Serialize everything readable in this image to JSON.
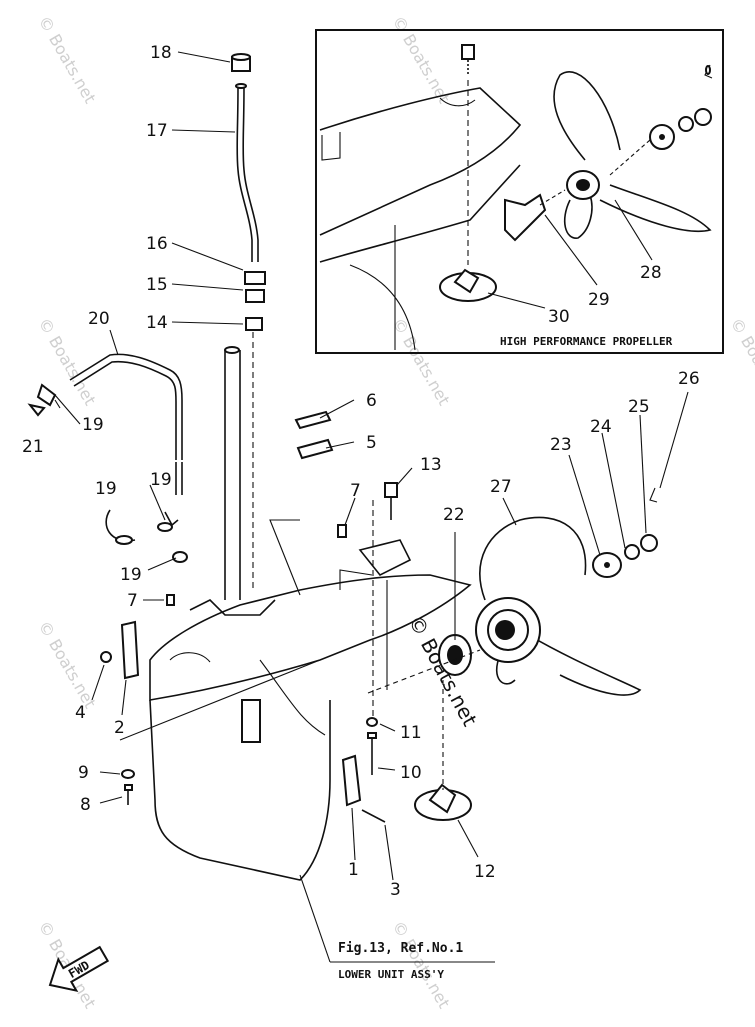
{
  "watermark": "© Boats.net",
  "inset_caption": "HIGH PERFORMANCE PROPELLER",
  "figure_ref": "Fig.13, Ref.No.1",
  "assembly_title": "LOWER UNIT ASS'Y",
  "fwd_label": "FWD",
  "callouts": {
    "c1": "1",
    "c2": "2",
    "c3": "3",
    "c4": "4",
    "c5": "5",
    "c6": "6",
    "c7a": "7",
    "c7b": "7",
    "c8": "8",
    "c9": "9",
    "c10": "10",
    "c11": "11",
    "c12": "12",
    "c13": "13",
    "c14": "14",
    "c15": "15",
    "c16": "16",
    "c17": "17",
    "c18": "18",
    "c19a": "19",
    "c19b": "19",
    "c19c": "19",
    "c19d": "19",
    "c20": "20",
    "c21": "21",
    "c22": "22",
    "c23": "23",
    "c24": "24",
    "c25": "25",
    "c26": "26",
    "c27": "27",
    "c28": "28",
    "c29": "29",
    "c30": "30"
  }
}
